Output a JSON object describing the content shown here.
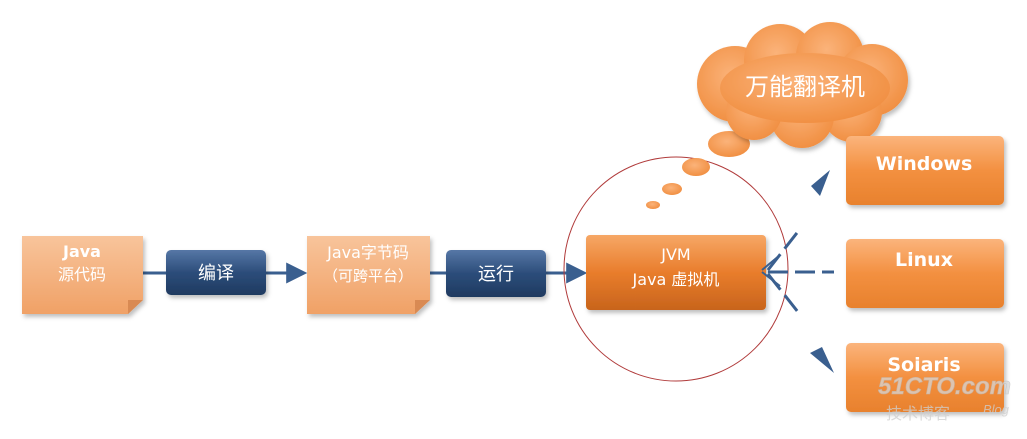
{
  "nodes": {
    "source_note": {
      "line1": "Java",
      "line2": "源代码"
    },
    "compile_box": {
      "label": "编译"
    },
    "bytecode_note": {
      "line1": "Java字节码",
      "line2": "（可跨平台）"
    },
    "run_box": {
      "label": "运行"
    },
    "jvm_box": {
      "line1": "JVM",
      "line2": "Java 虚拟机"
    },
    "cloud": {
      "label": "万能翻译机"
    },
    "os_targets": [
      {
        "label": "Windows"
      },
      {
        "label": "Linux"
      },
      {
        "label": "Soiaris"
      }
    ]
  },
  "watermark": {
    "brand": "51CTO.com",
    "sub": "技术博客",
    "blog": "Blog"
  },
  "colors": {
    "orange": "#f39a4d",
    "note_orange": "#f6b98a",
    "navy": "#2c4d7a",
    "arrow": "#3a5f8f",
    "circle": "#b03a3a"
  }
}
